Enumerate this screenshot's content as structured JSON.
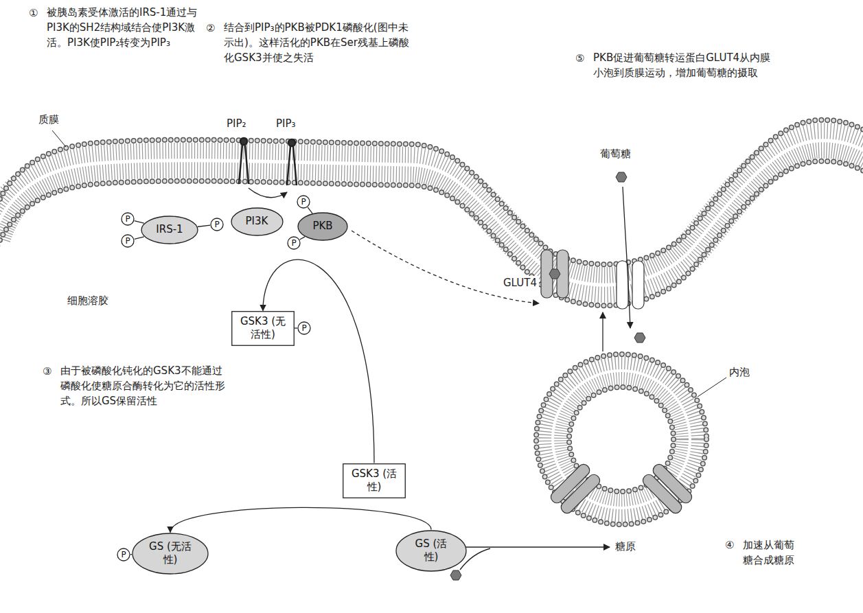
{
  "diagram": {
    "nodes": [
      {
        "text": [
          "P"
        ]
      },
      {
        "text": [
          "P"
        ]
      },
      {
        "text": [
          "IRS-1"
        ]
      },
      {
        "text": [
          "P"
        ]
      },
      {
        "text": [
          "PI3K"
        ]
      },
      {
        "text": [
          "P"
        ]
      },
      {
        "text": [
          "PKB"
        ]
      },
      {
        "text": [
          "P"
        ]
      },
      {
        "text": [
          "GSK3 (无活性)"
        ]
      },
      {
        "text": [
          "P"
        ]
      },
      {
        "text": [
          "GSK3 (活性)"
        ]
      },
      {
        "text": [
          "P"
        ]
      },
      {
        "text": [
          "GS (无活性)"
        ]
      },
      {
        "text": [
          "GS (活性)"
        ]
      }
    ],
    "edges": [
      {
        "from": 0,
        "to": 2,
        "arrow": "none"
      },
      {
        "from": 1,
        "to": 2,
        "arrow": "none"
      },
      {
        "from": 2,
        "to": 3,
        "arrow": "none"
      },
      {
        "from": 5,
        "to": 6,
        "arrow": "none"
      },
      {
        "from": 7,
        "to": 6,
        "arrow": "none"
      },
      {
        "from": 8,
        "to": 9,
        "arrow": "none"
      },
      {
        "from": 11,
        "to": 12,
        "arrow": "none"
      },
      {
        "from": 10,
        "to": 8,
        "arrow": "to"
      },
      {
        "from": 13,
        "to": 12,
        "arrow": "to"
      }
    ],
    "labels": [
      "①",
      "被胰岛素受体激活的IRS-1通过与PI3K的SH2结构域结合使PI3K激活。PI3K使PIP₂转变为PIP₃",
      "②",
      "结合到PIP₃的PKB被PDK1磷酸化(图中未示出)。这样活化的PKB在Ser残基上磷酸化GSK3并使之失活",
      "⑤",
      "PKB促进葡萄糖转运蛋白GLUT4从内膜小泡到质膜运动，增加葡萄糖的摄取",
      "质膜",
      "PIP₂",
      "PIP₃",
      "葡萄糖",
      "GLUT4",
      "细胞溶胶",
      "③",
      "由于被磷酸化钝化的GSK3不能通过磷酸化使糖原合酶转化为它的活性形式。所以GS保留活性",
      "内泡",
      "糖原",
      "④",
      "加速从葡萄糖合成糖原"
    ]
  }
}
